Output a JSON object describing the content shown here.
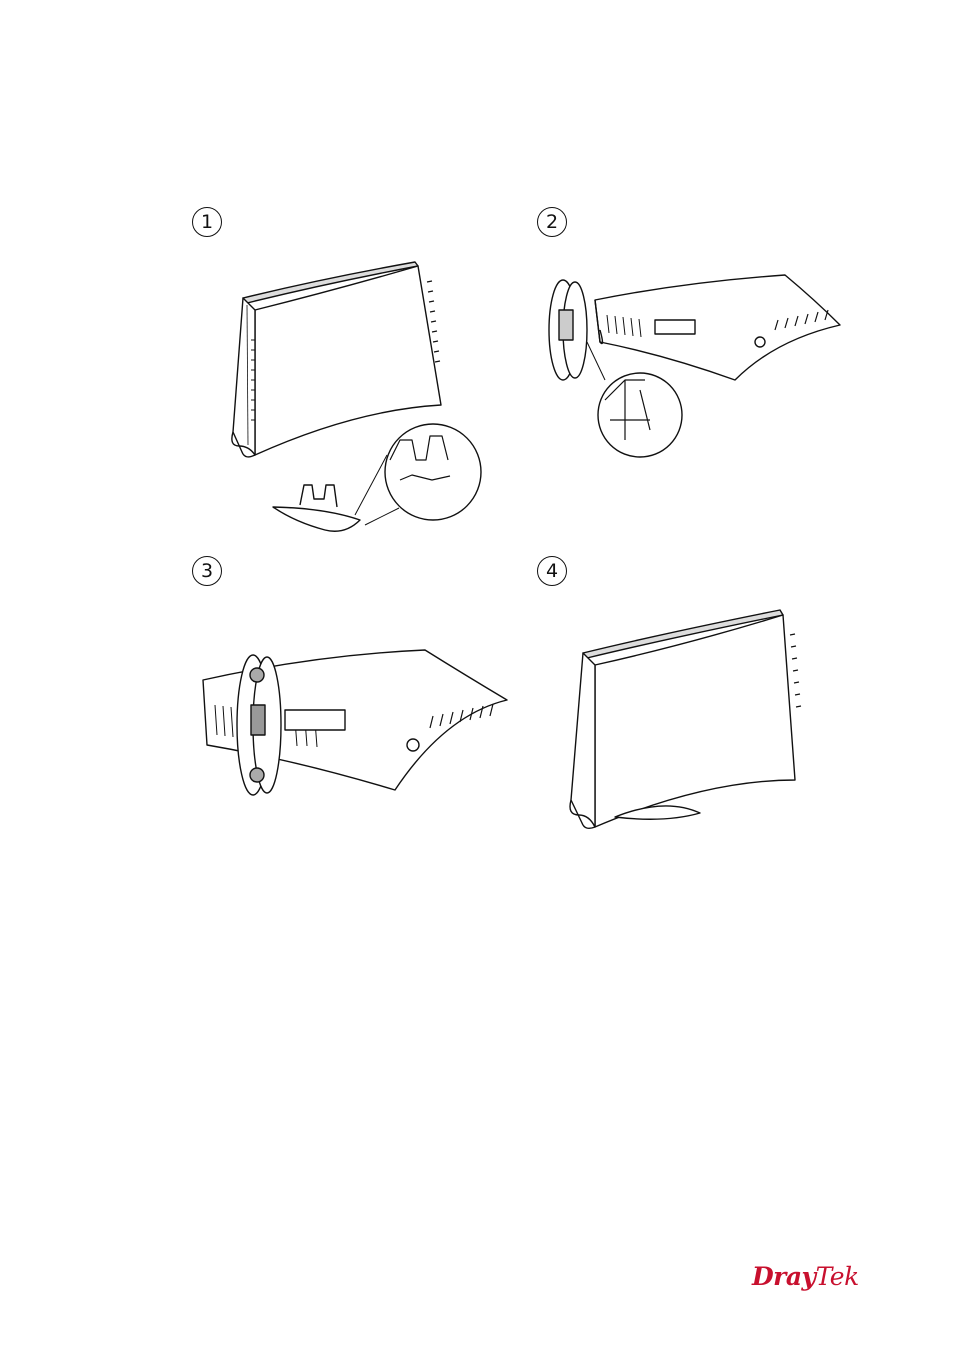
{
  "steps": [
    {
      "number": "1",
      "description": ""
    },
    {
      "number": "2",
      "description": ""
    },
    {
      "number": "3",
      "description": ""
    },
    {
      "number": "4",
      "description": ""
    }
  ],
  "logo": {
    "part1": "Dray",
    "part2": "Tek"
  },
  "colors": {
    "logo": "#c8102e",
    "line": "#111111"
  }
}
